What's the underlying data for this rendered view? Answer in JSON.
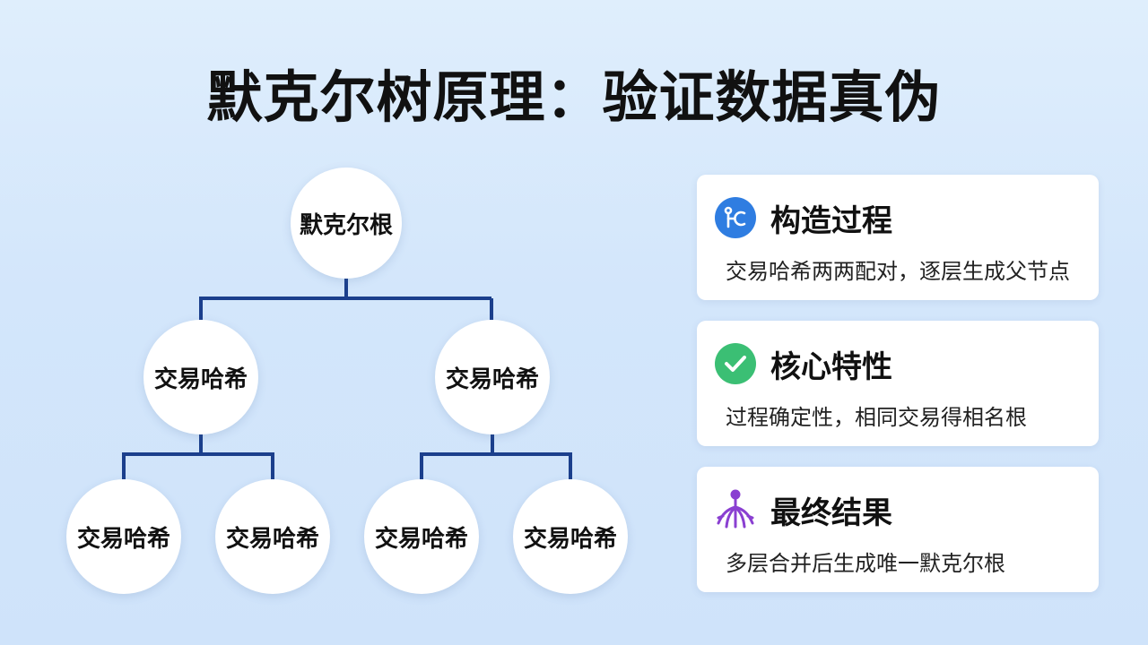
{
  "title": "默克尔树原理：验证数据真伪",
  "tree": {
    "root": "默克尔根",
    "level1": [
      "交易哈希",
      "交易哈希"
    ],
    "level2": [
      "交易哈希",
      "交易哈希",
      "交易哈希",
      "交易哈希"
    ],
    "line_color": "#1b3f8c"
  },
  "cards": [
    {
      "icon": "branch-icon",
      "icon_color": "#2f7de1",
      "title": "构造过程",
      "desc": "交易哈希两两配对，逐层生成父节点"
    },
    {
      "icon": "check-circle-icon",
      "icon_color": "#3bbf74",
      "title": "核心特性",
      "desc": "过程确定性，相同交易得相名根"
    },
    {
      "icon": "tree-roots-icon",
      "icon_color": "#8a3fd1",
      "title": "最终结果",
      "desc": "多层合并后生成唯一默克尔根"
    }
  ]
}
